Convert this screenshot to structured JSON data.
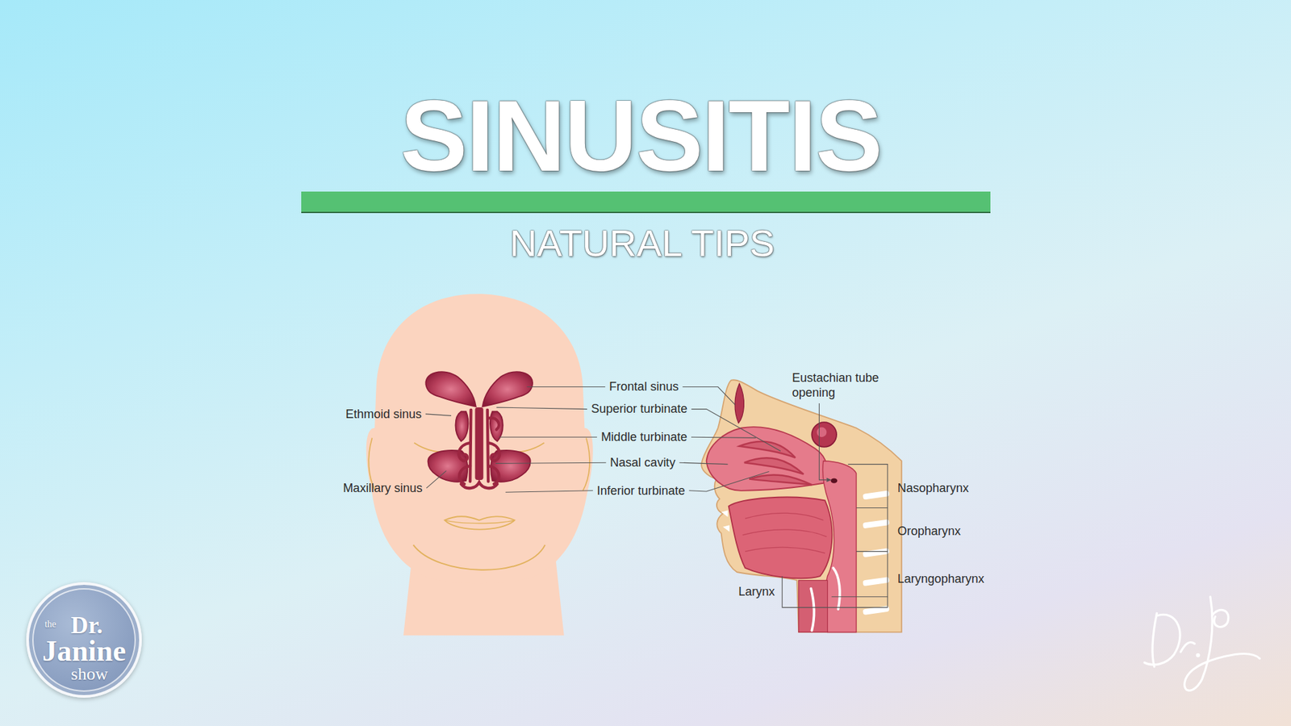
{
  "diagram": {
    "title": "SINUSITIS",
    "nodes": [
      {
        "text": [
          "the",
          "Dr.",
          "Janine",
          "show"
        ]
      }
    ],
    "labels": [
      "NATURAL TIPS",
      "Frontal sinus",
      "Ethmoid sinus",
      "Superior turbinate",
      "Middle turbinate",
      "Nasal cavity",
      "Maxillary sinus",
      "Inferior turbinate",
      "Eustachian tube opening",
      "Nasopharynx",
      "Oropharynx",
      "Laryngopharynx",
      "Larynx"
    ]
  }
}
